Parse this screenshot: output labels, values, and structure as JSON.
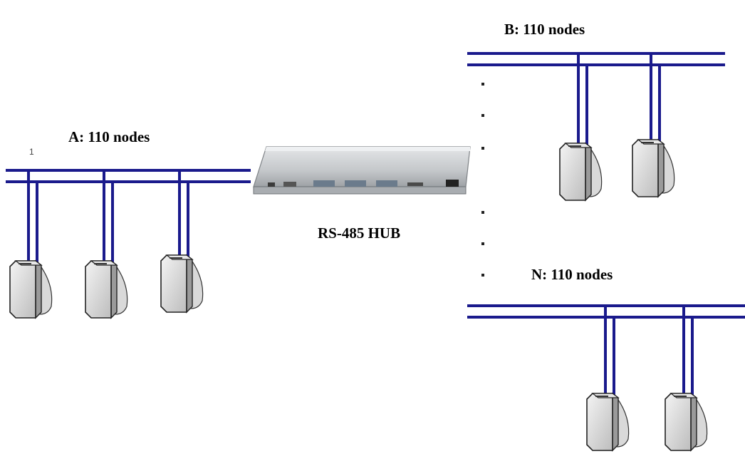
{
  "diagram": {
    "labels": {
      "network_a": "A: 110 nodes",
      "network_b": "B: 110 nodes",
      "network_n": "N: 110 nodes",
      "hub": "RS-485 HUB",
      "stray_mark": "1"
    },
    "ellipsis_dots": 6
  },
  "colors": {
    "bus_line": "#1a1a8c",
    "device_body": "#d4d4d4",
    "device_outline": "#222222",
    "hub_body": "#c9cbcd",
    "text": "#000000"
  }
}
